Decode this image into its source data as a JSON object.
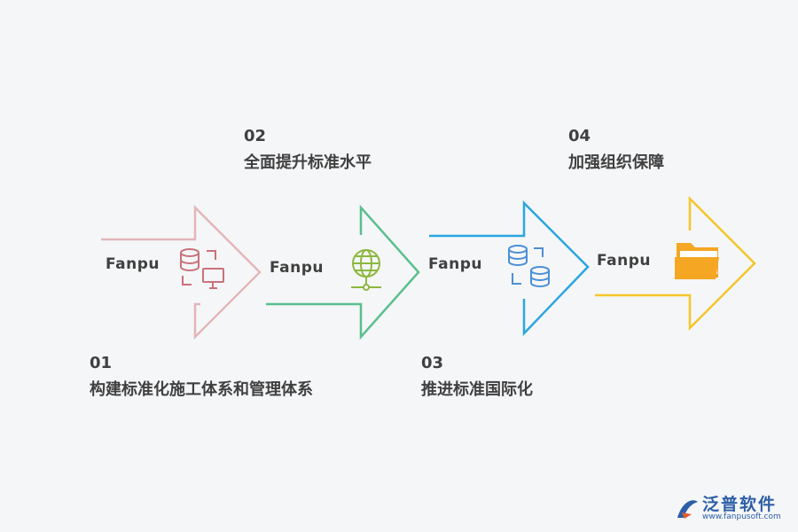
{
  "steps": [
    {
      "number": "01",
      "title": "构建标准化施工体系和管理体系",
      "label": "Fanpu",
      "color": "#e3b6b9",
      "icon": "database-monitor-icon",
      "icon_color": "#c9727a"
    },
    {
      "number": "02",
      "title": "全面提升标准水平",
      "label": "Fanpu",
      "color": "#5bbf8e",
      "icon": "globe-network-icon",
      "icon_color": "#8cb83e"
    },
    {
      "number": "03",
      "title": "推进标准国际化",
      "label": "Fanpu",
      "color": "#2ba6e0",
      "icon": "database-sync-icon",
      "icon_color": "#4b8fd6"
    },
    {
      "number": "04",
      "title": "加强组织保障",
      "label": "Fanpu",
      "color": "#f5c52a",
      "icon": "folder-icon",
      "icon_color": "#f5a623"
    }
  ],
  "logo": {
    "name": "泛普软件",
    "url": "www.fanpusoft.com",
    "color": "#2d5fa6"
  }
}
